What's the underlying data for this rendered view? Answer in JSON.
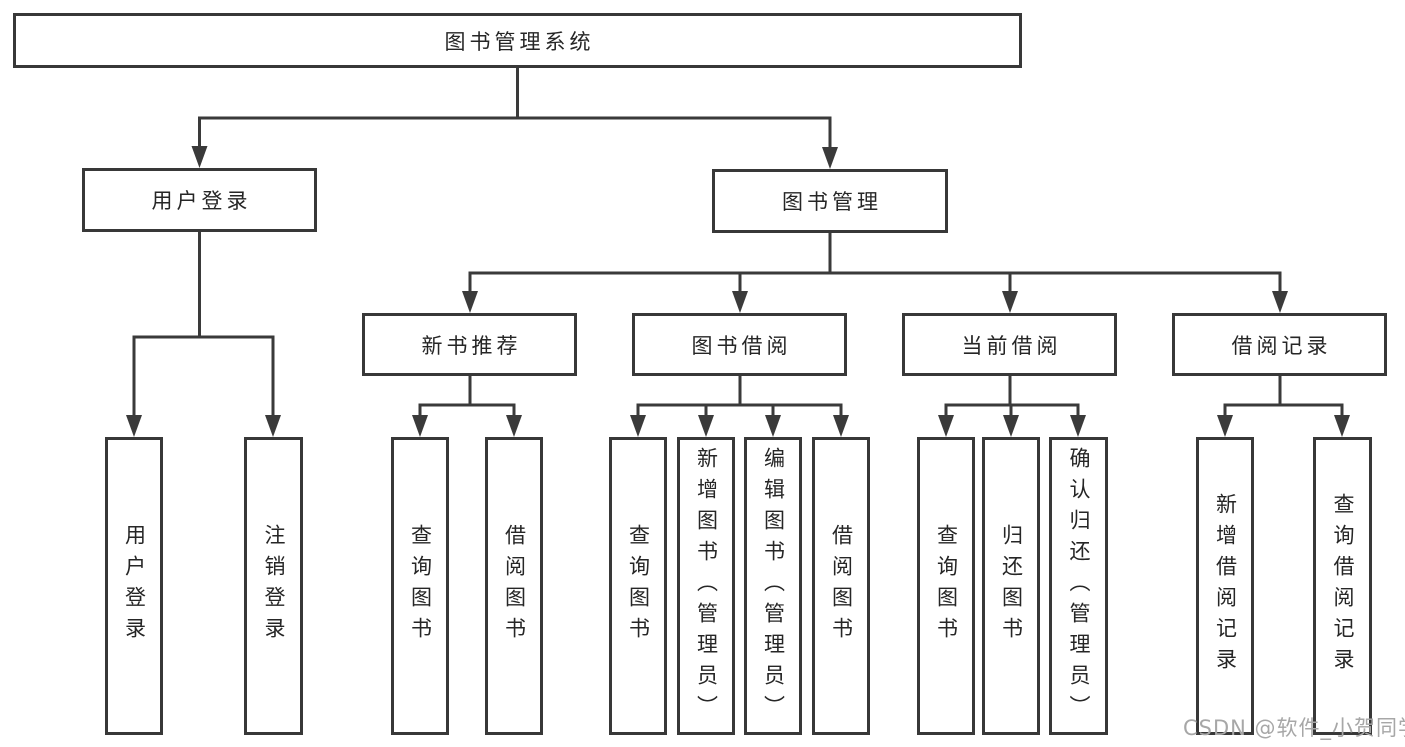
{
  "diagram": {
    "root": {
      "label": "图书管理系统"
    },
    "branches": [
      {
        "label": "用户登录"
      },
      {
        "label": "图书管理"
      }
    ],
    "modules": [
      {
        "label": "新书推荐",
        "parent": "图书管理"
      },
      {
        "label": "图书借阅",
        "parent": "图书管理"
      },
      {
        "label": "当前借阅",
        "parent": "图书管理"
      },
      {
        "label": "借阅记录",
        "parent": "图书管理"
      }
    ],
    "leaves": [
      {
        "label": "用户登录",
        "parent": "用户登录"
      },
      {
        "label": "注销登录",
        "parent": "用户登录"
      },
      {
        "label": "查询图书",
        "parent": "新书推荐"
      },
      {
        "label": "借阅图书",
        "parent": "新书推荐"
      },
      {
        "label": "查询图书",
        "parent": "图书借阅"
      },
      {
        "label": "新增图书（管理员）",
        "parent": "图书借阅"
      },
      {
        "label": "编辑图书（管理员）",
        "parent": "图书借阅"
      },
      {
        "label": "借阅图书",
        "parent": "图书借阅"
      },
      {
        "label": "查询图书",
        "parent": "当前借阅"
      },
      {
        "label": "归还图书",
        "parent": "当前借阅"
      },
      {
        "label": "确认归还（管理员）",
        "parent": "当前借阅"
      },
      {
        "label": "新增借阅记录",
        "parent": "借阅记录"
      },
      {
        "label": "查询借阅记录",
        "parent": "借阅记录"
      }
    ]
  },
  "watermark": {
    "text": "CSDN @软件_小贺同学"
  },
  "colors": {
    "line": "#3a3a3a",
    "border": "#383838",
    "text": "#262626",
    "watermark": "#a7a7a7",
    "background": "#ffffff"
  }
}
